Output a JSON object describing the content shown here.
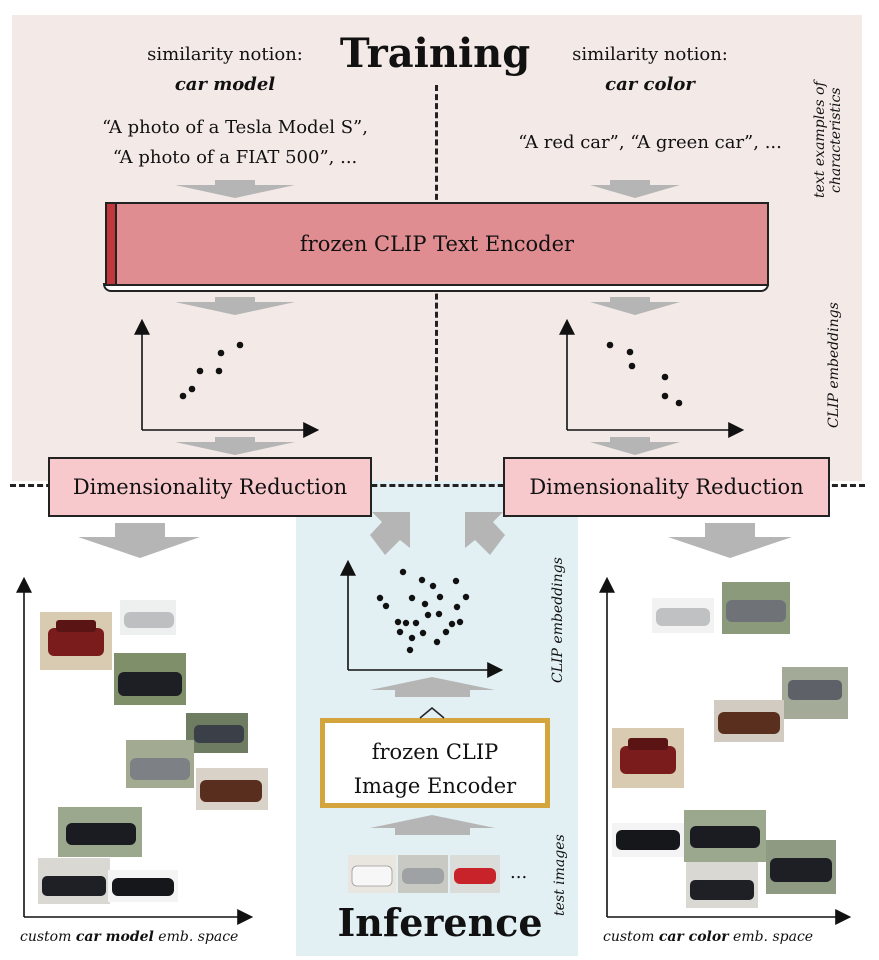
{
  "training": {
    "title": "Training",
    "left_notion_label": "similarity notion:",
    "left_notion_value": "car model",
    "right_notion_label": "similarity notion:",
    "right_notion_value": "car color",
    "left_examples_line1": "“A photo of a Tesla Model S”,",
    "left_examples_line2": "“A photo of a FIAT 500”, ...",
    "right_examples": "“A red car”, “A green car”, ...",
    "side_label_text": "text examples of characteristics",
    "side_label_clip": "CLIP embeddings",
    "text_encoder": "frozen CLIP Text Encoder",
    "dimred_left": "Dimensionality Reduction",
    "dimred_right": "Dimensionality Reduction"
  },
  "inference": {
    "title": "Inference",
    "image_encoder_line1": "frozen CLIP",
    "image_encoder_line2": "Image Encoder",
    "side_label_clip": "CLIP embeddings",
    "side_label_test": "test images",
    "ellipsis": "..."
  },
  "captions": {
    "left_prefix": "custom ",
    "left_bold": "car model",
    "left_suffix": " emb. space",
    "right_prefix": "custom ",
    "right_bold": "car color",
    "right_suffix": " emb. space"
  },
  "colors": {
    "training_bg": "#f3e9e6",
    "inference_bg": "#e2f0f3",
    "encoder_fill": "#e08d92",
    "dimred_fill": "#f7c9cc",
    "image_encoder_border": "#d4a53c",
    "arrow_gray": "#b5b5b5"
  }
}
